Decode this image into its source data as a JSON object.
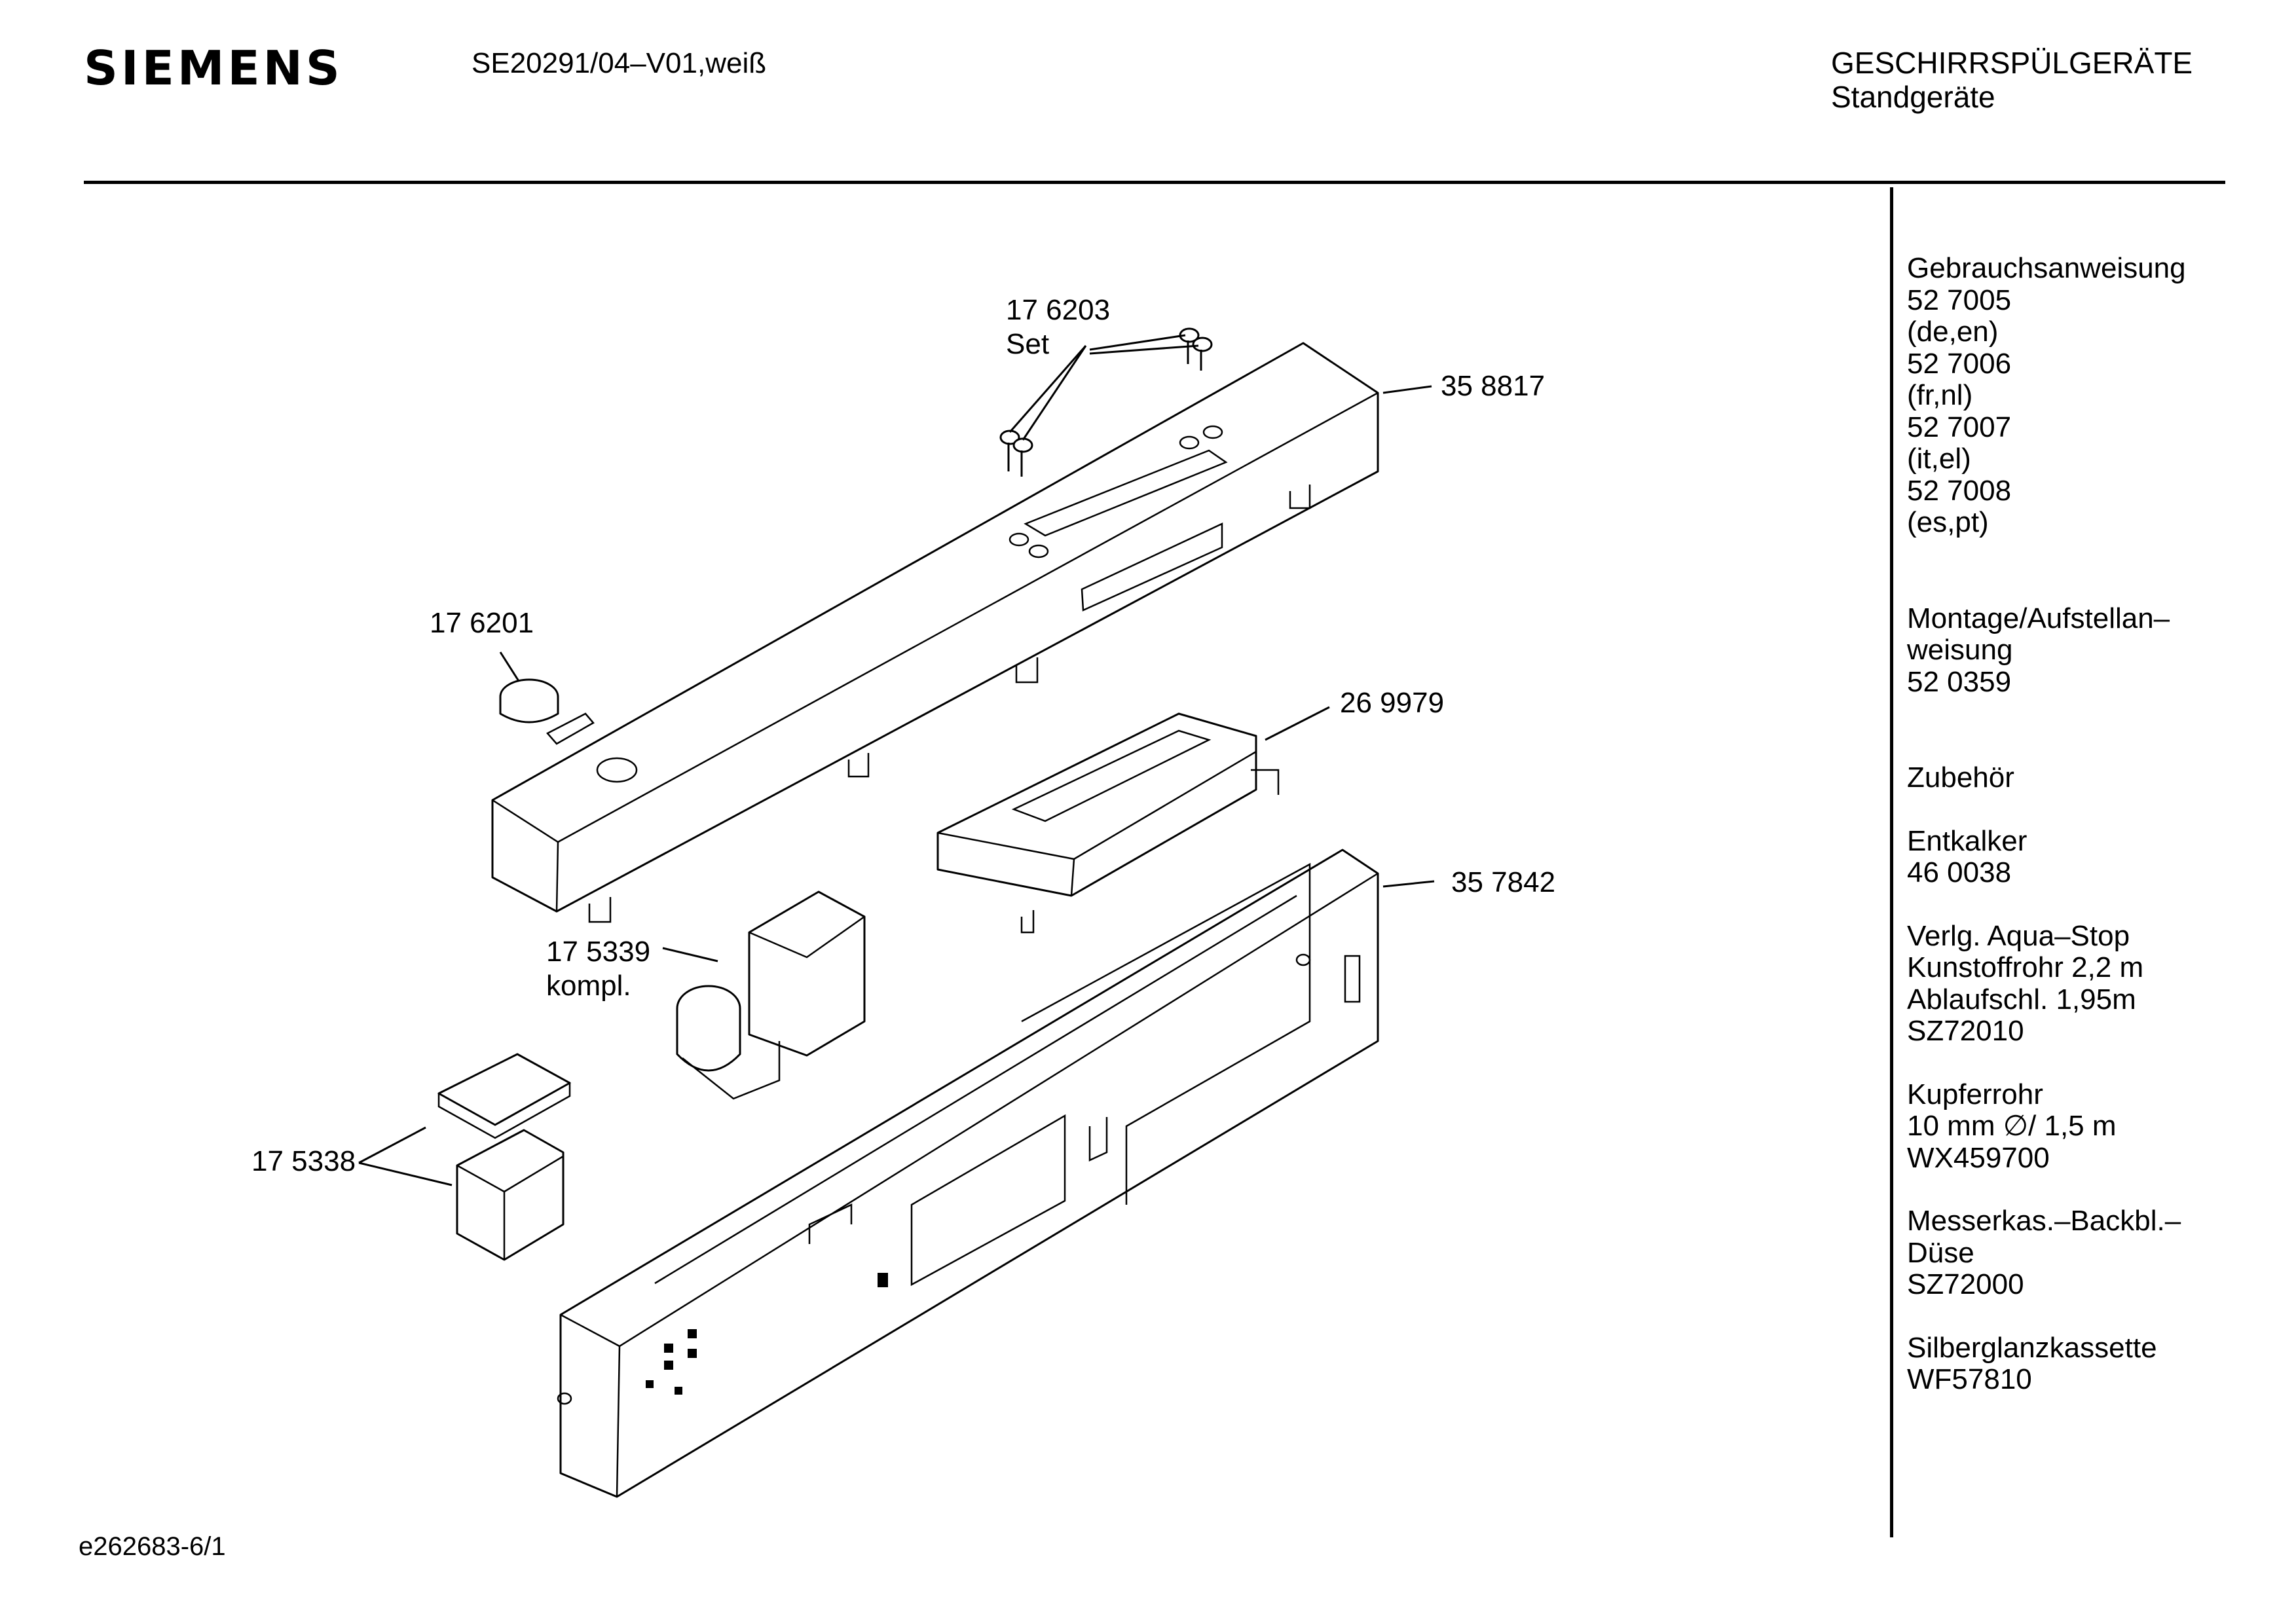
{
  "header": {
    "brand": "SIEMENS",
    "model": "SE20291/04–V01,weiß",
    "category_line1": "GESCHIRRSPÜLGERÄTE",
    "category_line2": "Standgeräte"
  },
  "parts": [
    {
      "id": "p1",
      "number": "17 6203",
      "note": "Set"
    },
    {
      "id": "p2",
      "number": "35 8817",
      "note": ""
    },
    {
      "id": "p3",
      "number": "17 6201",
      "note": ""
    },
    {
      "id": "p4",
      "number": "26 9979",
      "note": ""
    },
    {
      "id": "p5",
      "number": "35 7842",
      "note": ""
    },
    {
      "id": "p6",
      "number": "17 5339",
      "note": "kompl."
    },
    {
      "id": "p7",
      "number": "17 5338",
      "note": ""
    }
  ],
  "sidebar": {
    "manual_title": "Gebrauchsanweisung",
    "manuals": [
      {
        "number": "52 7005",
        "langs": "(de,en)"
      },
      {
        "number": "52 7006",
        "langs": "(fr,nl)"
      },
      {
        "number": "52 7007",
        "langs": "(it,el)"
      },
      {
        "number": "52 7008",
        "langs": "(es,pt)"
      }
    ],
    "install_title_1": "Montage/Aufstellan–",
    "install_title_2": "weisung",
    "install_number": "52 0359",
    "accessories_title": "Zubehör",
    "accessories": [
      {
        "lines": [
          "Entkalker",
          "46 0038"
        ]
      },
      {
        "lines": [
          "Verlg. Aqua–Stop",
          "Kunstoffrohr 2,2 m",
          "Ablaufschl. 1,95m",
          "SZ72010"
        ]
      },
      {
        "lines": [
          "Kupferrohr",
          "10 mm ∅/ 1,5 m",
          "WX459700"
        ]
      },
      {
        "lines": [
          "Messerkas.–Backbl.–",
          "Düse",
          "SZ72000"
        ]
      },
      {
        "lines": [
          "Silberglanzkassette",
          "WF57810"
        ]
      }
    ]
  },
  "footer": {
    "doc_id": "e262683-6/1"
  }
}
